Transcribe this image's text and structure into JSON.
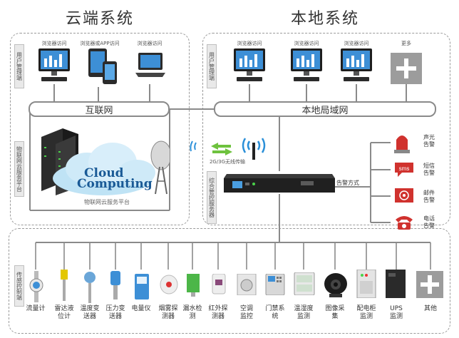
{
  "titles": {
    "cloud": "云端系统",
    "local": "本地系统"
  },
  "cloud_user": {
    "tab": "用户管理端",
    "devices": [
      "浏览器访问",
      "浏览器或APP访问",
      "浏览器访问"
    ]
  },
  "local_user": {
    "tab": "用户管理端",
    "devices": [
      "浏览器访问",
      "浏览器访问",
      "浏览器访问",
      "更多"
    ]
  },
  "internet_label": "互联网",
  "lan_label": "本地局域网",
  "cloud_platform": {
    "tab": "物联网云服务平台",
    "caption": "物联网云服务平台",
    "logo_top": "Cloud",
    "logo_bottom": "Computing"
  },
  "wireless_label": "2G/3G无线传输",
  "server_tab": "综合管控服务器",
  "alarm_mode": "告警方式",
  "alerts": [
    {
      "label": "声光\n告警"
    },
    {
      "label": "短信\n告警",
      "badge": "sms"
    },
    {
      "label": "邮件\n告警"
    },
    {
      "label": "电话\n告警"
    }
  ],
  "sensor_tab": "传感控制端",
  "sensors": [
    "流量计",
    "雷达液\n位计",
    "温度变\n送器",
    "压力变\n送器",
    "电量仪",
    "烟雾探\n测器",
    "漏水检\n测",
    "红外探\n测器",
    "空调\n监控",
    "门禁系\n统",
    "温湿度\n监测",
    "图像采\n集",
    "配电柜\n监测",
    "UPS\n监测",
    "其他"
  ],
  "colors": {
    "line": "#8a8a8a",
    "accent_blue": "#2a8fd8",
    "alert_red": "#d0322e"
  }
}
